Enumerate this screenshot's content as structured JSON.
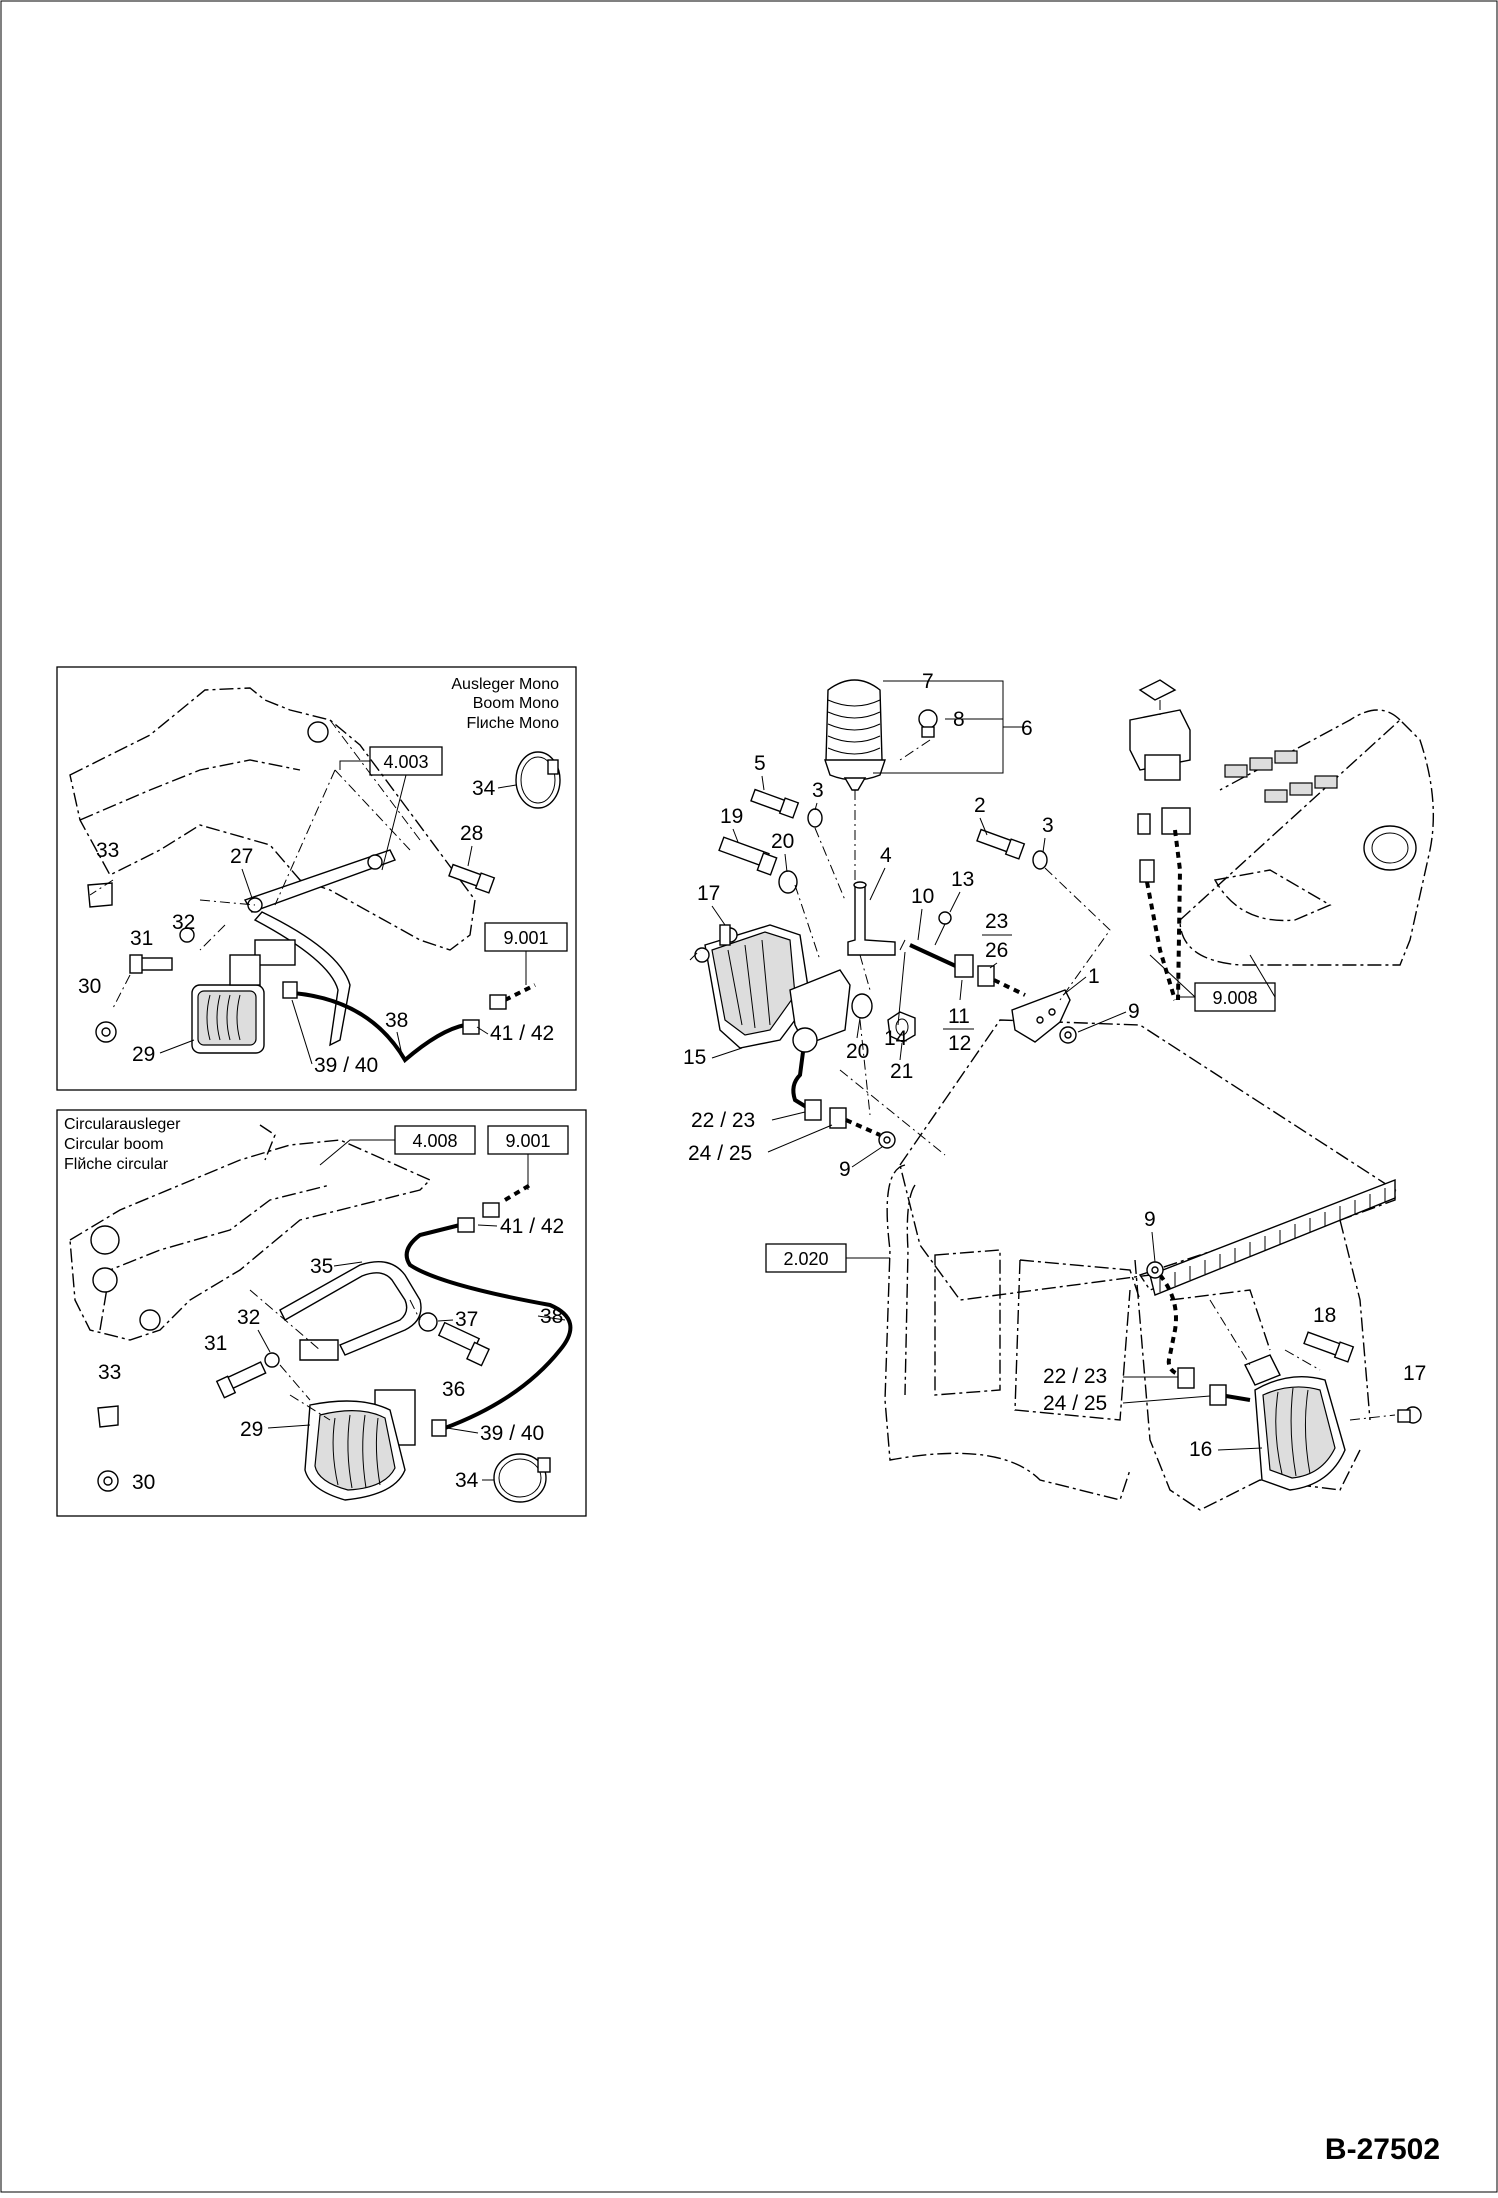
{
  "page_id": "B-27502",
  "inset_mono": {
    "captions": [
      "Ausleger Mono",
      "Boom Mono",
      "Flиche Mono"
    ],
    "refs": [
      "4.003",
      "9.001"
    ],
    "labels": [
      "34",
      "28",
      "33",
      "27",
      "31",
      "32",
      "30",
      "29",
      "38",
      "39 / 40",
      "41 / 42"
    ]
  },
  "inset_circular": {
    "captions": [
      "Circularausleger",
      "Circular boom",
      "Flйche circular"
    ],
    "refs": [
      "4.008",
      "9.001"
    ],
    "labels": [
      "41 / 42",
      "35",
      "38",
      "32",
      "37",
      "31",
      "33",
      "36",
      "29",
      "39 / 40",
      "34",
      "30"
    ]
  },
  "main": {
    "refs": [
      "2.020",
      "9.008"
    ],
    "labels": [
      "7",
      "8",
      "6",
      "5",
      "3",
      "19",
      "20",
      "4",
      "2",
      "3",
      "17",
      "10",
      "13",
      "23",
      "26",
      "1",
      "14",
      "11",
      "12",
      "9",
      "15",
      "20",
      "21",
      "22 / 23",
      "24 / 25",
      "9",
      "9",
      "18",
      "22 / 23",
      "24 / 25",
      "17",
      "16"
    ]
  }
}
